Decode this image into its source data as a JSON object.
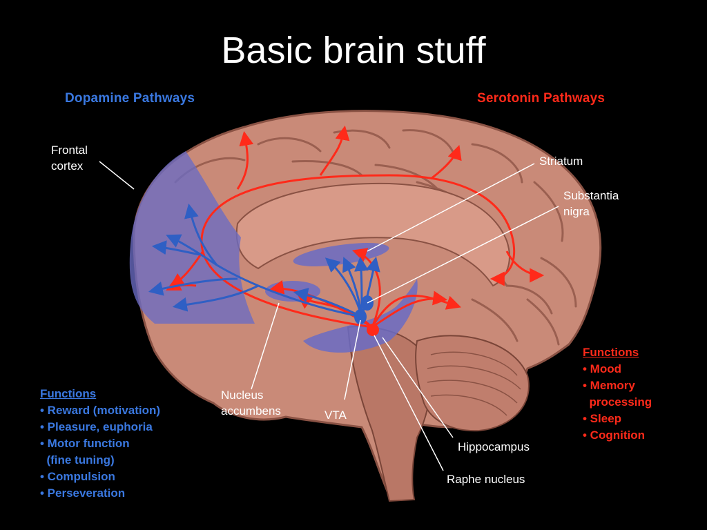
{
  "slide": {
    "title": "Basic brain stuff"
  },
  "diagram": {
    "dopamine_header": "Dopamine Pathways",
    "serotonin_header": "Serotonin Pathways",
    "colors": {
      "dopamine": "#2f5fc4",
      "serotonin": "#ff2a1a",
      "dopamine_text": "#3a78e0",
      "serotonin_text": "#ff2a1a",
      "brain": "#c98a78",
      "brain_shadow": "#9a5f50",
      "region_overlay": "#6a6bc4"
    },
    "labels": {
      "frontal_cortex": "Frontal\ncortex",
      "striatum": "Striatum",
      "substantia_nigra": "Substantia\nnigra",
      "nucleus_accumbens": "Nucleus\naccumbens",
      "vta": "VTA",
      "hippocampus": "Hippocampus",
      "raphe_nucleus": "Raphe nucleus"
    },
    "dopamine_functions": {
      "heading": "Functions",
      "items": [
        "• Reward (motivation)",
        "• Pleasure, euphoria",
        "• Motor function",
        "  (fine tuning)",
        "• Compulsion",
        "• Perseveration"
      ]
    },
    "serotonin_functions": {
      "heading": "Functions",
      "items": [
        "• Mood",
        "• Memory",
        "  processing",
        "• Sleep",
        "• Cognition"
      ]
    }
  }
}
